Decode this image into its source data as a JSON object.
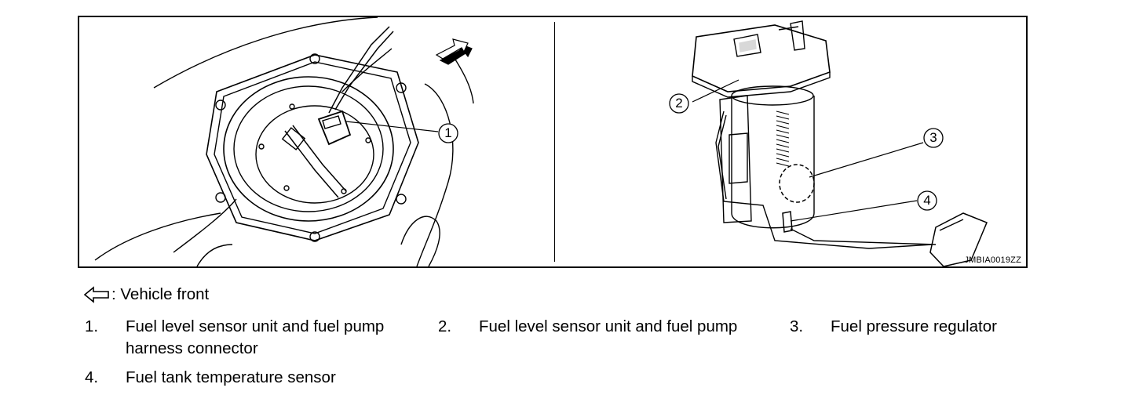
{
  "figure": {
    "code": "JMBIA0019ZZ",
    "callouts": [
      "1",
      "2",
      "3",
      "4"
    ]
  },
  "legend": {
    "arrow_icon": "hollow-left-arrow",
    "vehicle_front": ": Vehicle front"
  },
  "items": [
    {
      "num": "1.",
      "line1": "Fuel level sensor unit and fuel pump",
      "line2": "harness connector"
    },
    {
      "num": "2.",
      "line1": "Fuel level sensor unit and fuel pump"
    },
    {
      "num": "3.",
      "line1": "Fuel pressure regulator"
    },
    {
      "num": "4.",
      "line1": "Fuel tank temperature sensor"
    }
  ]
}
